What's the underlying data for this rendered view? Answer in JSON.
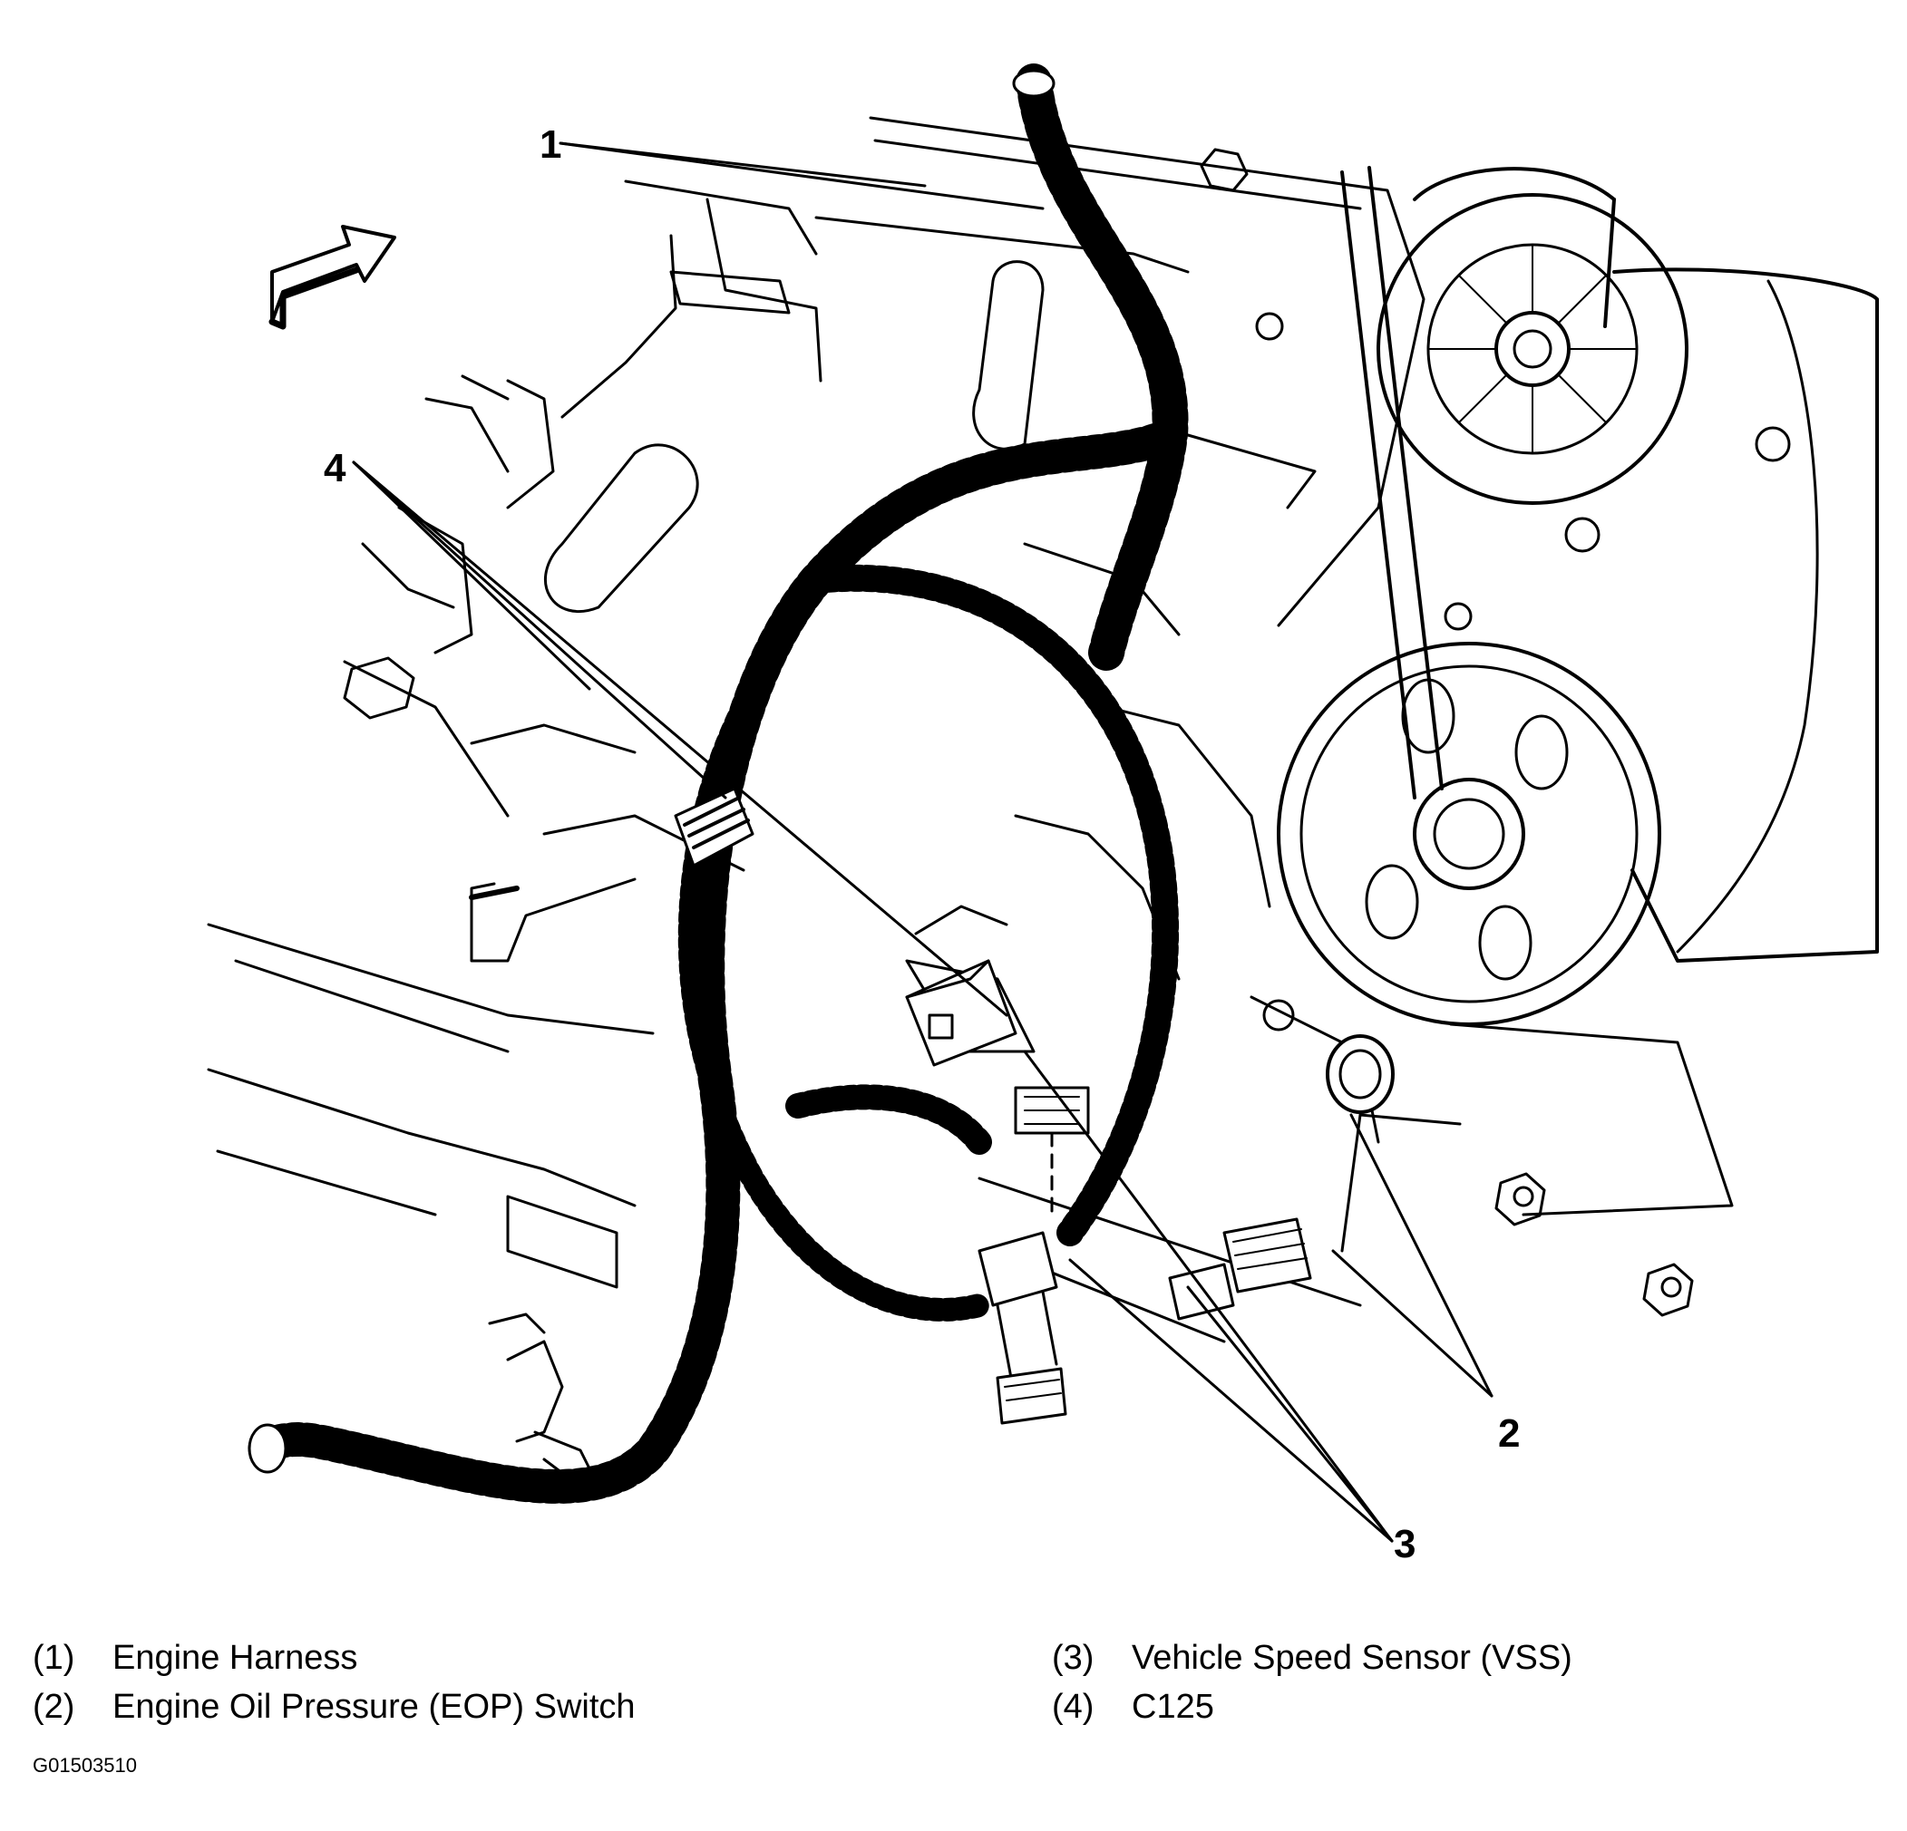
{
  "callouts": [
    {
      "id": "1",
      "label": "1"
    },
    {
      "id": "2",
      "label": "2"
    },
    {
      "id": "3",
      "label": "3"
    },
    {
      "id": "4",
      "label": "4"
    }
  ],
  "legend": [
    {
      "num": "(1)",
      "text": "Engine Harness"
    },
    {
      "num": "(2)",
      "text": "Engine Oil Pressure (EOP) Switch"
    },
    {
      "num": "(3)",
      "text": "Vehicle Speed Sensor (VSS)"
    },
    {
      "num": "(4)",
      "text": "C125"
    }
  ],
  "figure_id": "G01503510",
  "colors": {
    "ink": "#000000",
    "paper": "#ffffff"
  }
}
